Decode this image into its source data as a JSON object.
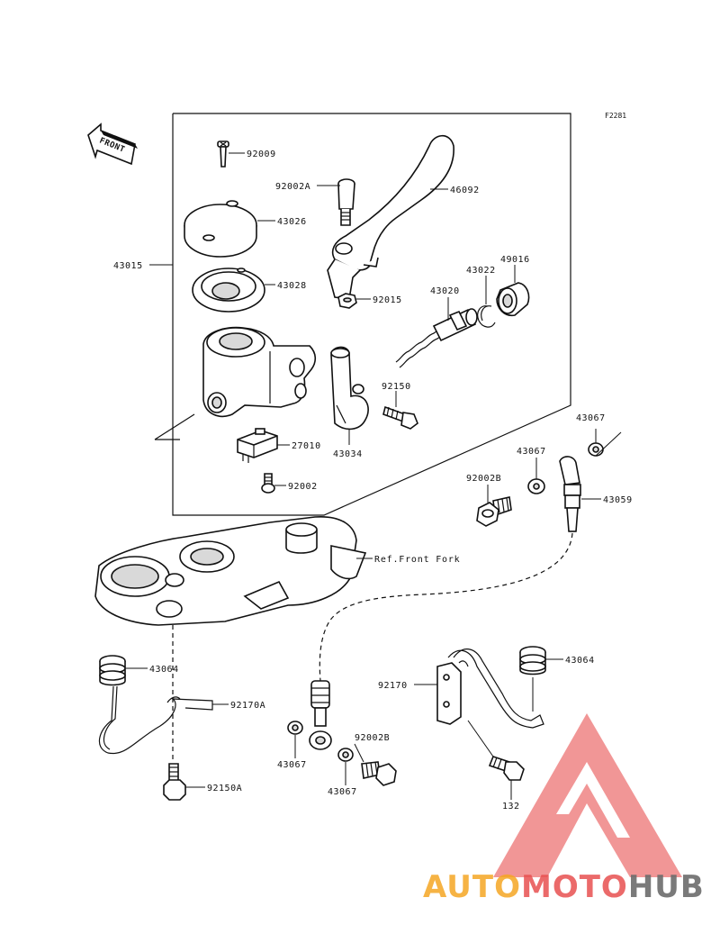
{
  "diagram_code": "F2281",
  "direction_arrow": "FRONT",
  "reference_label": "Ref.Front Fork",
  "watermark": {
    "part1": "AUTO",
    "part2": "MOTO",
    "part3": "HUB",
    "color_orange": "#f5a623",
    "color_red": "#e85050",
    "color_gray": "#6b6b6b"
  },
  "callouts": {
    "p92009": "92009",
    "p92002A": "92002A",
    "p46092": "46092",
    "p43026": "43026",
    "p43015": "43015",
    "p43028": "43028",
    "p92015": "92015",
    "p43020": "43020",
    "p43022": "43022",
    "p49016": "49016",
    "p92150": "92150",
    "p27010": "27010",
    "p43034": "43034",
    "p92002": "92002",
    "p43067a": "43067",
    "p43067b": "43067",
    "p92002B_top": "92002B",
    "p43059": "43059",
    "p43064_left": "43064",
    "p92170A": "92170A",
    "p92150A": "92150A",
    "p43067c": "43067",
    "p92002B_bottom": "92002B",
    "p43067d": "43067",
    "p92170": "92170",
    "p43064_right": "43064",
    "p132": "132"
  }
}
